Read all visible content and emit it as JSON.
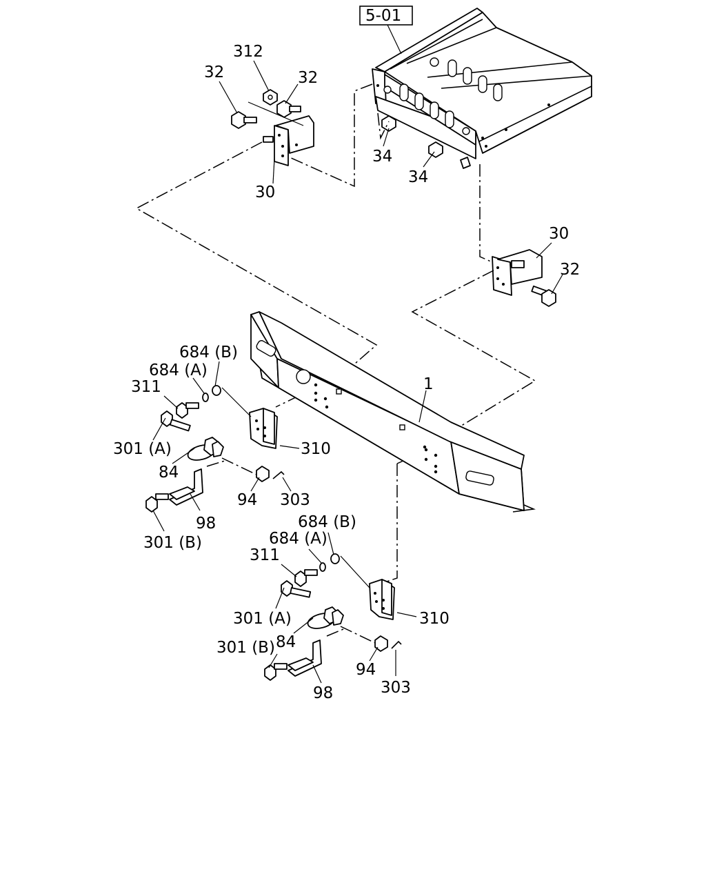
{
  "figure_ref": "5-01",
  "callouts": {
    "c312": "312",
    "c32a": "32",
    "c32b": "32",
    "c30a": "30",
    "c34a": "34",
    "c34b": "34",
    "c30b": "30",
    "c32c": "32",
    "c1": "1",
    "c684b_1": "684 (B)",
    "c684a_1": "684 (A)",
    "c311_1": "311",
    "c301a_1": "301 (A)",
    "c310_1": "310",
    "c84_1": "84",
    "c94_1": "94",
    "c303_1": "303",
    "c98_1": "98",
    "c301b_1": "301 (B)",
    "c684b_2": "684 (B)",
    "c684a_2": "684 (A)",
    "c311_2": "311",
    "c301a_2": "301 (A)",
    "c310_2": "310",
    "c84_2": "84",
    "c301b_2": "301 (B)",
    "c94_2": "94",
    "c303_2": "303",
    "c98_2": "98"
  }
}
